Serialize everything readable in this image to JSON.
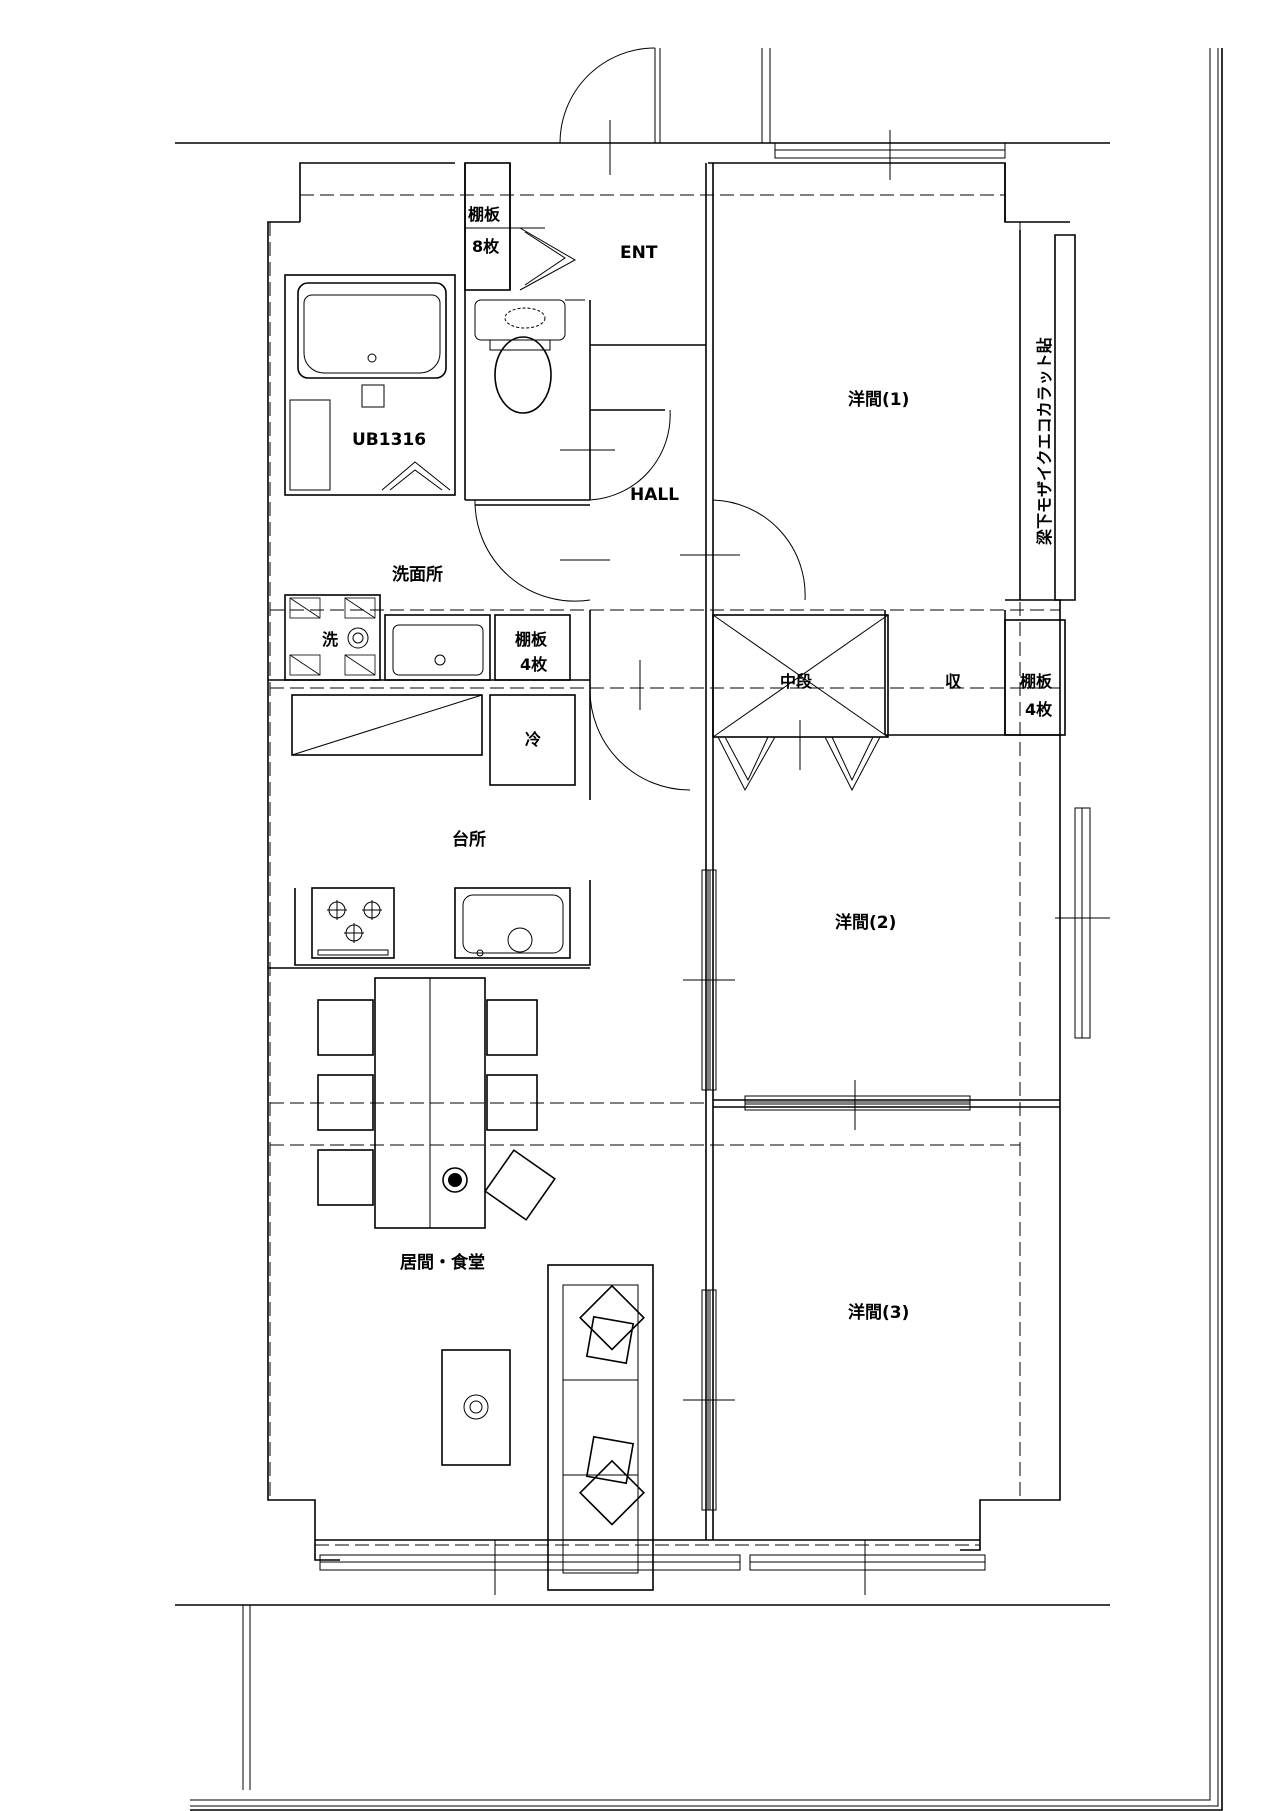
{
  "rooms": {
    "entrance": "ENT",
    "hall": "HALL",
    "unit_bath": "UB1316",
    "washroom": "洗面所",
    "kitchen": "台所",
    "living_dining": "居間・食堂",
    "western_room_1": "洋間(1)",
    "western_room_2": "洋間(2)",
    "western_room_3": "洋間(3)"
  },
  "storage": {
    "entrance_shelves_line1": "棚板",
    "entrance_shelves_line2": "8枚",
    "wash_shelves_line1": "棚板",
    "wash_shelves_line2": "4枚",
    "closet_shelves_line1": "棚板",
    "closet_shelves_line2": "4枚",
    "closet_middle_shelf": "中段",
    "closet_storage": "収"
  },
  "fixtures": {
    "washing_machine": "洗",
    "refrigerator": "冷"
  },
  "notes": {
    "beam_note": "梁下モザイクエコカラット貼"
  },
  "icons": [
    "door-swing-icon",
    "toilet-icon",
    "bathtub-icon",
    "stove-icon",
    "sink-icon",
    "sofa-icon",
    "dining-table-icon",
    "chair-icon",
    "cushion-icon",
    "coffee-table-icon",
    "sliding-door-icon",
    "window-icon"
  ]
}
